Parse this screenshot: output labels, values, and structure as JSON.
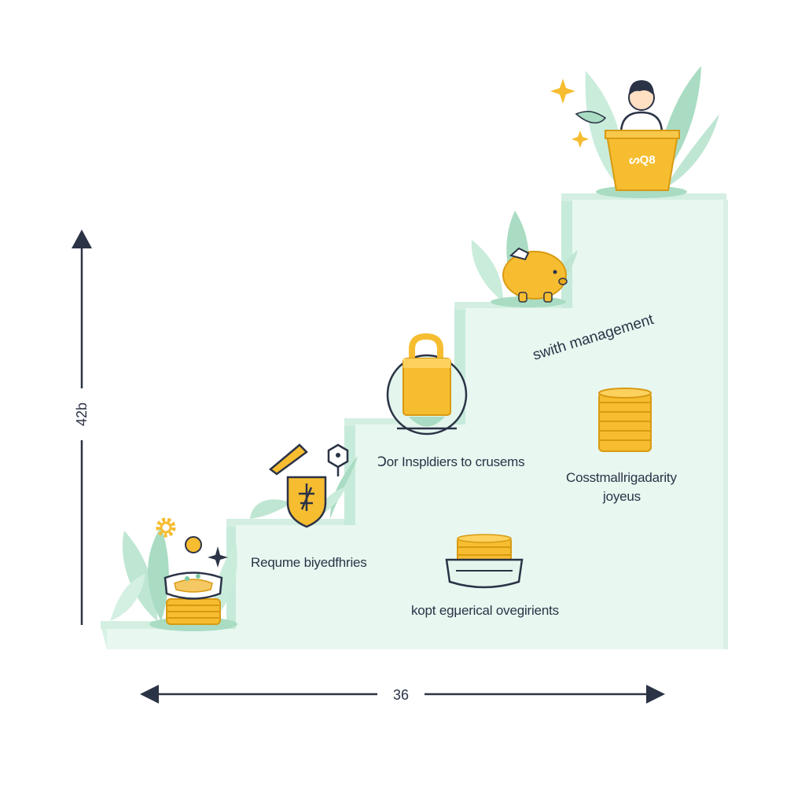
{
  "axes": {
    "vertical_label": "42b",
    "horizontal_label": "36"
  },
  "steps": [
    {
      "label": "Requme biyedfhries",
      "icon": "coin-stack-bowl-icon"
    },
    {
      "label": "Ↄor Inspldiers to crusems",
      "icon": "shield-icon"
    },
    {
      "label": "kopt egμerical ovegirients",
      "icon": "coin-tray-icon"
    },
    {
      "label": "Cosstmallrigadarity",
      "label_2": "joyeus",
      "icon": "coin-stack-icon"
    },
    {
      "label": "swith management",
      "icon": "piggy-bank-icon"
    }
  ],
  "top_box_mark": "ᔕQ8",
  "colors": {
    "stair": "#e6f6ef",
    "stair_side": "#c7ebdb",
    "gold": "#f6bd31",
    "gold_dark": "#d89a12",
    "leaf": "#a9dcc2",
    "ink": "#2b3346"
  }
}
